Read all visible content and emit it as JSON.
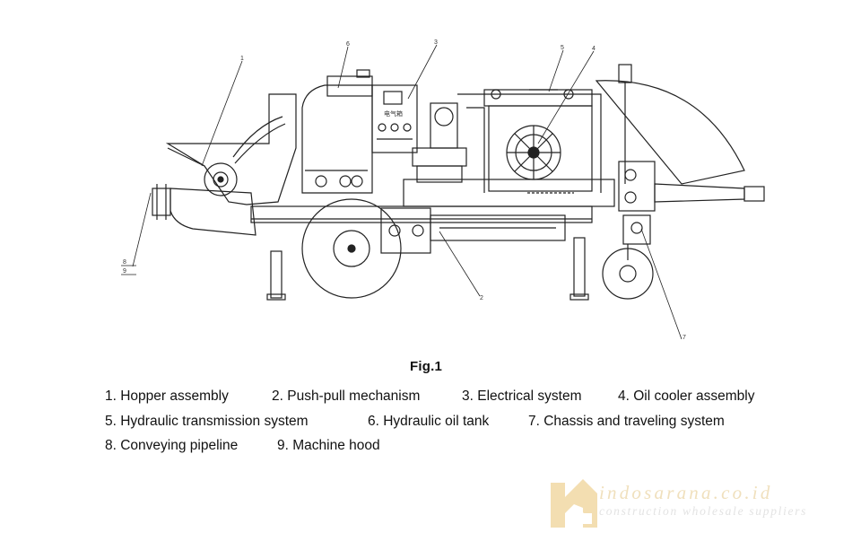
{
  "figure": {
    "caption": "Fig.1",
    "callouts": [
      "1",
      "2",
      "3",
      "4",
      "5",
      "6",
      "7",
      "8",
      "9"
    ],
    "panel_text": "电气箱"
  },
  "legend": {
    "rows": [
      [
        "1.  Hopper assembly",
        "2. Push-pull mechanism",
        "3. Electrical system",
        "4. Oil cooler assembly"
      ],
      [
        "5.  Hydraulic transmission system",
        "6. Hydraulic oil tank",
        "7. Chassis and traveling system"
      ],
      [
        "8. Conveying pipeline",
        "9. Machine hood"
      ]
    ]
  },
  "watermark": {
    "name": "indosarana.co.id",
    "tagline": "construction wholesale suppliers",
    "colors": {
      "logo": "#f3deb1",
      "text": "#e0e0e0"
    }
  }
}
